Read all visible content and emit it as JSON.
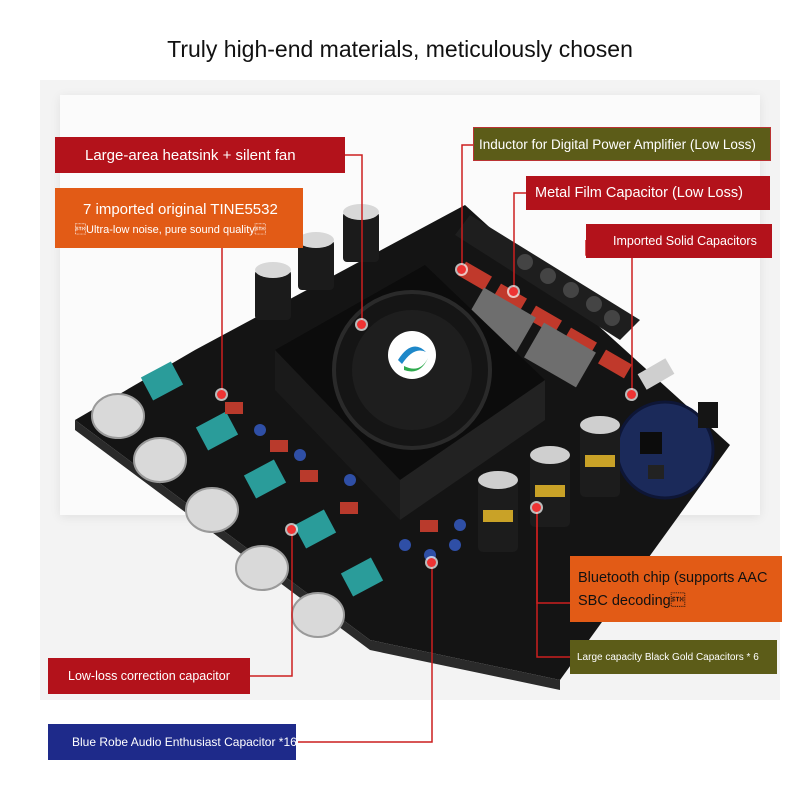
{
  "title": "Truly high-end materials, meticulously chosen",
  "labels": {
    "heatsink": "Large-area heatsink + silent fan",
    "tine_title": "7 imported original TINE5532",
    "tine_sub": "\u0002Ultra-low noise, pure sound quality\u0002",
    "inductor": "Inductor for Digital Power Amplifier (Low Loss)",
    "metal_film": "Metal Film Capacitor (Low Loss)",
    "solid_caps": "Imported Solid Capacitors",
    "bt_line1": "Bluetooth chip (supports AAC",
    "bt_line2": "SBC decoding\u0002",
    "black_gold": "Large capacity Black Gold Capacitors * 6",
    "low_loss": "Low-loss correction capacitor",
    "blue_robe": "Blue Robe Audio Enthusiast Capacitor *16"
  },
  "colors": {
    "red": "#b3121b",
    "orange": "#e25b16",
    "olive": "#5c5c18",
    "navy": "#1e2a8a",
    "leader_line": "#cc1f1f",
    "board": "#141414"
  }
}
